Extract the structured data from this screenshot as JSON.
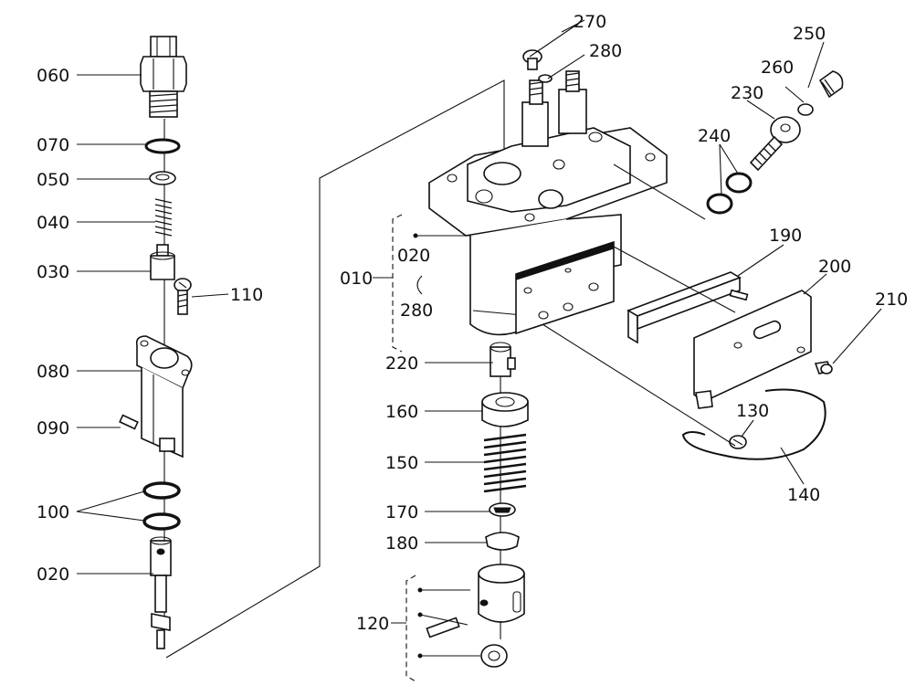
{
  "diagram": {
    "labels": {
      "p060": "060",
      "p070": "070",
      "p050": "050",
      "p040": "040",
      "p030": "030",
      "p110": "110",
      "p080": "080",
      "p090": "090",
      "p100": "100",
      "p020_left": "020",
      "p270": "270",
      "p280_top": "280",
      "p250": "250",
      "p260": "260",
      "p230": "230",
      "p240": "240",
      "p010": "010",
      "p020_group": "020",
      "p280_group": "280",
      "p190": "190",
      "p200": "200",
      "p210": "210",
      "p220": "220",
      "p160": "160",
      "p130": "130",
      "p150": "150",
      "p140": "140",
      "p170": "170",
      "p180": "180",
      "p120": "120"
    }
  }
}
